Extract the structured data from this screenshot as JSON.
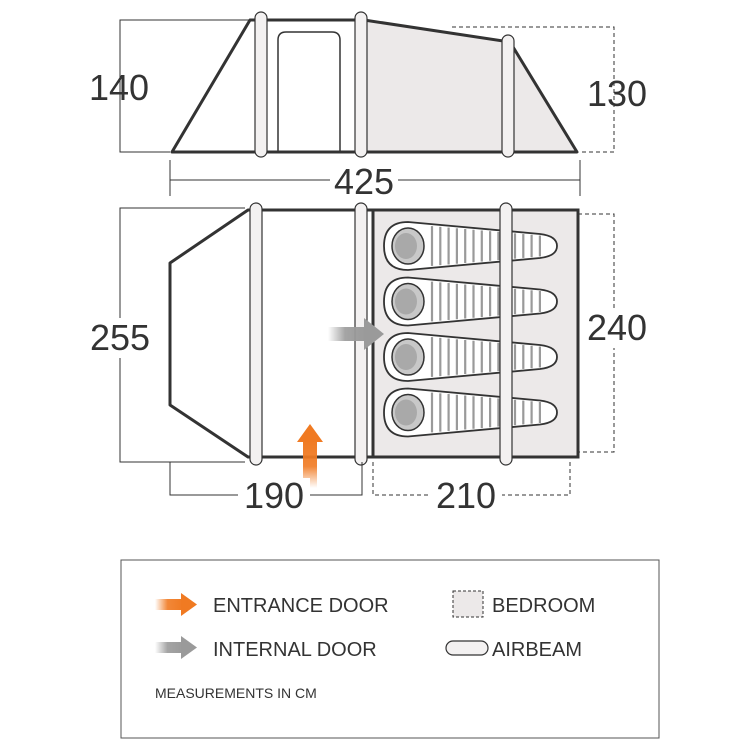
{
  "dimensions": {
    "side_height_front": "140",
    "side_height_rear": "130",
    "total_length": "425",
    "floor_width": "255",
    "bedroom_width": "240",
    "living_length": "190",
    "bedroom_length": "210"
  },
  "legend": {
    "entrance_door": "ENTRANCE DOOR",
    "internal_door": "INTERNAL DOOR",
    "bedroom": "BEDROOM",
    "airbeam": "AIRBEAM",
    "units_note": "MEASUREMENTS IN CM"
  },
  "colors": {
    "outline": "#333333",
    "bedroom_fill": "#ece9e9",
    "airbeam_fill": "#f3f1f1",
    "entrance_arrow": "#f07a22",
    "internal_arrow": "#9a9a9a"
  },
  "sleeping_bags": 4
}
